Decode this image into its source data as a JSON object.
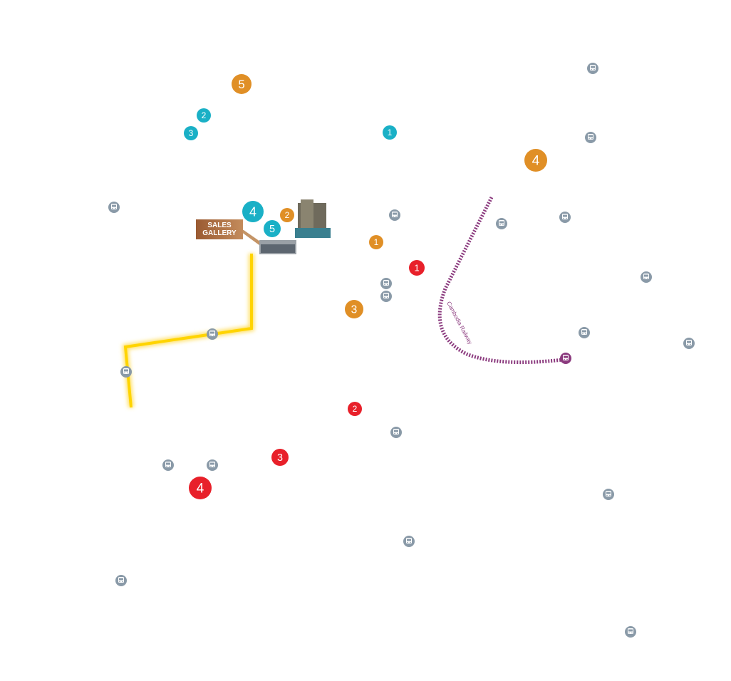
{
  "colors": {
    "teal": "#1ab0c6",
    "orange": "#e08f26",
    "red": "#e8202a",
    "bus": "#8a9aa8",
    "railway": "#8b3a7e",
    "route": "#ffd400"
  },
  "sales_gallery": {
    "line1": "SALES",
    "line2": "GALLERY"
  },
  "railway": {
    "label": "Cambodia Railway"
  },
  "markers": [
    {
      "group": "teal",
      "label": "1"
    },
    {
      "group": "teal",
      "label": "2"
    },
    {
      "group": "teal",
      "label": "3"
    },
    {
      "group": "teal",
      "label": "4"
    },
    {
      "group": "teal",
      "label": "5"
    },
    {
      "group": "orange",
      "label": "5"
    },
    {
      "group": "orange",
      "label": "4"
    },
    {
      "group": "orange",
      "label": "1"
    },
    {
      "group": "orange",
      "label": "2"
    },
    {
      "group": "orange",
      "label": "3"
    },
    {
      "group": "red",
      "label": "1"
    },
    {
      "group": "red",
      "label": "2"
    },
    {
      "group": "red",
      "label": "3"
    },
    {
      "group": "red",
      "label": "4"
    }
  ],
  "bus_stop_icon": "bus-icon",
  "train_station_icon": "train-icon"
}
